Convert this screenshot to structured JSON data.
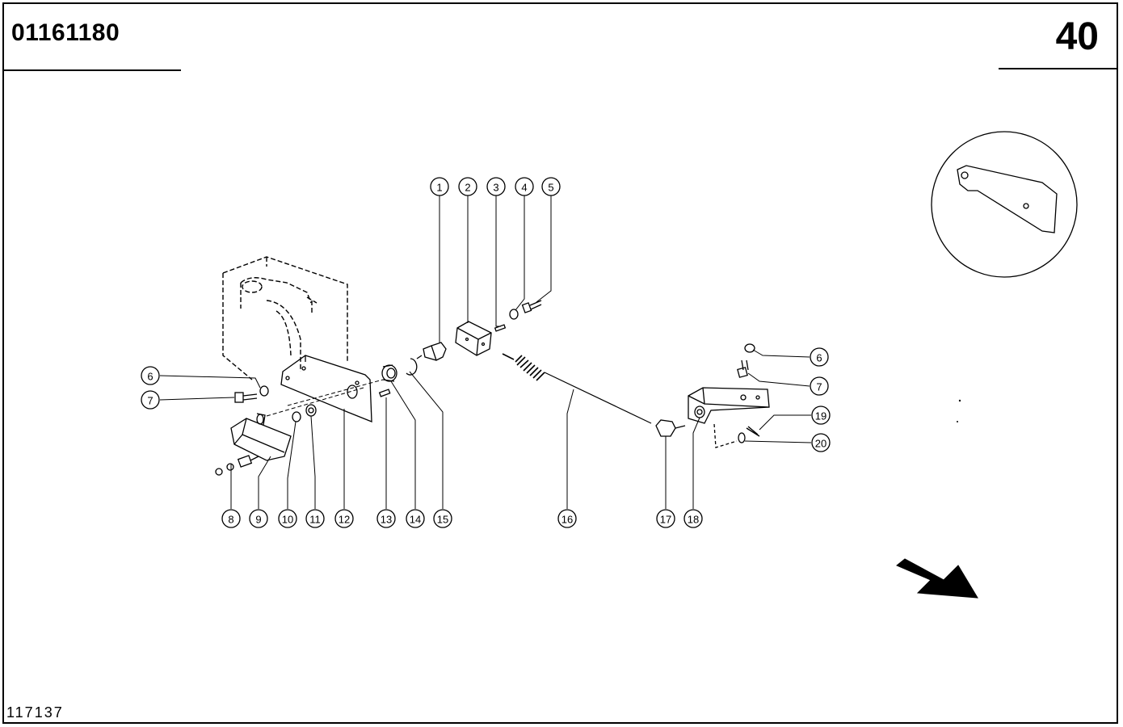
{
  "header": {
    "part_number": "01161180",
    "page_number": "40"
  },
  "footer": {
    "drawing_number": "117137"
  },
  "callouts": [
    {
      "id": "c1",
      "label": "1"
    },
    {
      "id": "c2",
      "label": "2"
    },
    {
      "id": "c3",
      "label": "3"
    },
    {
      "id": "c4",
      "label": "4"
    },
    {
      "id": "c5",
      "label": "5"
    },
    {
      "id": "c6a",
      "label": "6"
    },
    {
      "id": "c7a",
      "label": "7"
    },
    {
      "id": "c8",
      "label": "8"
    },
    {
      "id": "c9",
      "label": "9"
    },
    {
      "id": "c10",
      "label": "10"
    },
    {
      "id": "c11",
      "label": "11"
    },
    {
      "id": "c12",
      "label": "12"
    },
    {
      "id": "c13",
      "label": "13"
    },
    {
      "id": "c14",
      "label": "14"
    },
    {
      "id": "c15",
      "label": "15"
    },
    {
      "id": "c16",
      "label": "16"
    },
    {
      "id": "c17",
      "label": "17"
    },
    {
      "id": "c18",
      "label": "18"
    },
    {
      "id": "c6b",
      "label": "6"
    },
    {
      "id": "c7b",
      "label": "7"
    },
    {
      "id": "c19",
      "label": "19"
    },
    {
      "id": "c20",
      "label": "20"
    }
  ]
}
